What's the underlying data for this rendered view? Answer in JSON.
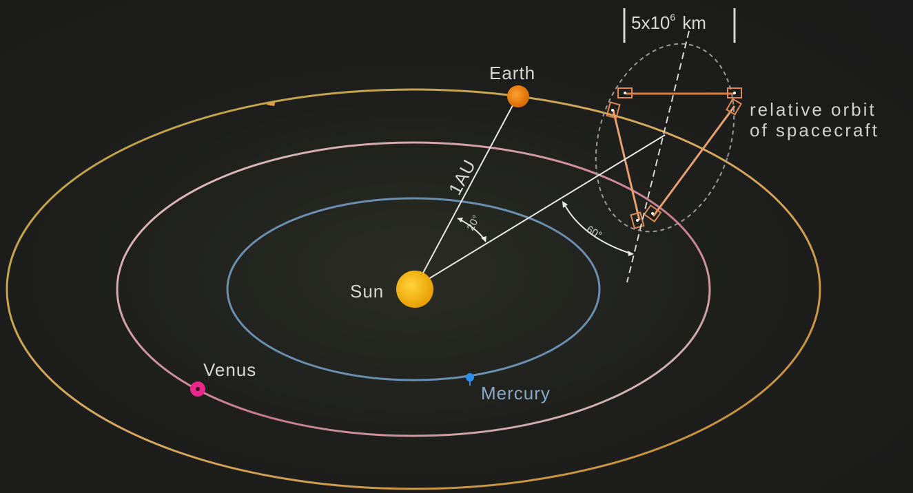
{
  "labels": {
    "sun": "Sun",
    "earth": "Earth",
    "venus": "Venus",
    "mercury": "Mercury",
    "distance": "1AU",
    "angle_trailing": "20°",
    "angle_inclination": "60°",
    "relative_orbit_line1": "relative orbit",
    "relative_orbit_line2": "of spacecraft",
    "scale_base": "5x10",
    "scale_exp": "6",
    "scale_unit": "km"
  },
  "colors": {
    "background": "#1b1b1b",
    "sun": "#f5b800",
    "earth": "#f08a00",
    "venus": "#e8288a",
    "mercury": "#2a8ef0",
    "earth_orbit": "#c9a24a",
    "venus_orbit": "#c88a96",
    "mercury_orbit": "#6a8fb0",
    "triangle": "#e08a4a",
    "guide_lines": "#e8e8e8"
  }
}
